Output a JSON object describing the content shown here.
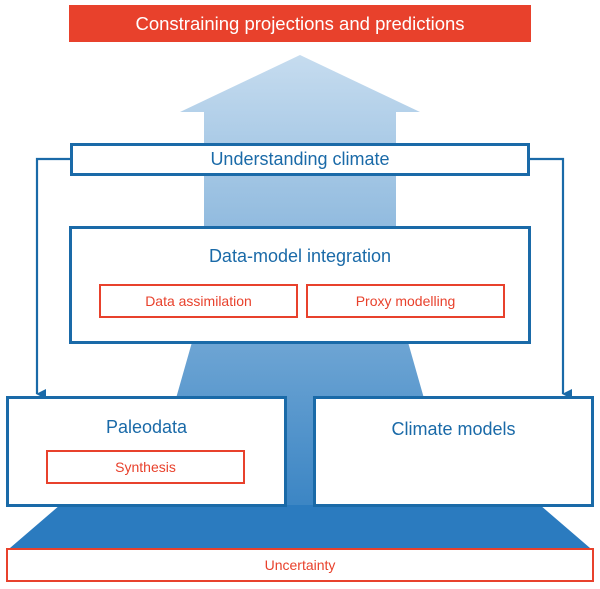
{
  "title": "Constraining projections and predictions",
  "understanding": "Understanding climate",
  "integration": {
    "title": "Data-model integration",
    "items": [
      "Data assimilation",
      "Proxy modelling"
    ]
  },
  "paleodata": {
    "title": "Paleodata",
    "item": "Synthesis"
  },
  "models": {
    "title": "Climate models"
  },
  "uncertainty": "Uncertainty",
  "colors": {
    "accent_red": "#e8412c",
    "accent_blue": "#1a6aa8",
    "arrow_light": "#c6dcef",
    "arrow_dark": "#2b7bbf"
  }
}
